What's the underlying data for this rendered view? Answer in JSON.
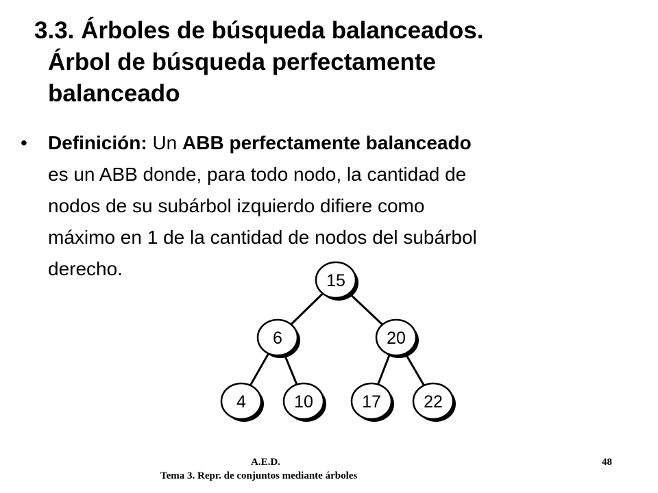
{
  "slide": {
    "title_line1": "3.3. Árboles de búsqueda balanceados.",
    "title_line2": "Árbol de búsqueda perfectamente",
    "title_line3": "balanceado",
    "bullet": "•",
    "definition": {
      "label": "Definición:",
      "t1": " Un ",
      "bold_term": "ABB perfectamente balanceado",
      "line2": "es un ABB donde, para todo nodo, la cantidad de",
      "line3": "nodos de su subárbol izquierdo difiere como",
      "line4": "máximo en 1 de la cantidad de nodos del subárbol",
      "line5": "derecho."
    }
  },
  "tree": {
    "nodes": [
      "15",
      "6",
      "20",
      "4",
      "10",
      "17",
      "22"
    ]
  },
  "footer": {
    "course": "A.E.D.",
    "page": "48",
    "subtitle": "Tema 3. Repr. de conjuntos mediante árboles"
  }
}
